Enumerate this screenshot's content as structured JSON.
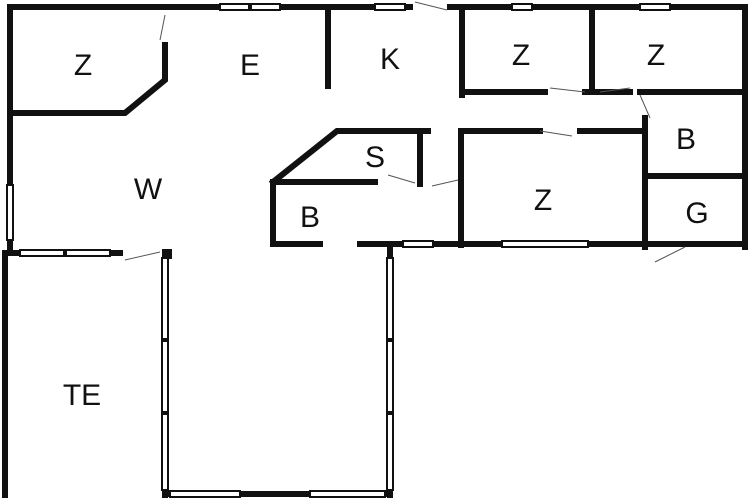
{
  "floorplan": {
    "rooms": [
      {
        "id": "z1",
        "label": "Z"
      },
      {
        "id": "e",
        "label": "E"
      },
      {
        "id": "k",
        "label": "K"
      },
      {
        "id": "z2",
        "label": "Z"
      },
      {
        "id": "z3",
        "label": "Z"
      },
      {
        "id": "b1",
        "label": "B"
      },
      {
        "id": "w",
        "label": "W"
      },
      {
        "id": "s",
        "label": "S"
      },
      {
        "id": "z4",
        "label": "Z"
      },
      {
        "id": "b2",
        "label": "B"
      },
      {
        "id": "g",
        "label": "G"
      },
      {
        "id": "te",
        "label": "TE"
      }
    ]
  }
}
